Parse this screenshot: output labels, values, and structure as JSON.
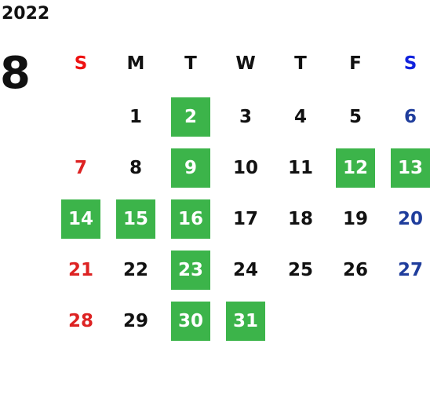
{
  "calendar": {
    "year": "2022",
    "month": "8",
    "weekdays": [
      "S",
      "M",
      "T",
      "W",
      "T",
      "F",
      "S"
    ],
    "weeks": [
      [
        null,
        "1",
        "2",
        "3",
        "4",
        "5",
        "6"
      ],
      [
        "7",
        "8",
        "9",
        "10",
        "11",
        "12",
        "13"
      ],
      [
        "14",
        "15",
        "16",
        "17",
        "18",
        "19",
        "20"
      ],
      [
        "21",
        "22",
        "23",
        "24",
        "25",
        "26",
        "27"
      ],
      [
        "28",
        "29",
        "30",
        "31",
        null,
        null,
        null
      ]
    ],
    "highlighted_days": [
      "2",
      "9",
      "12",
      "13",
      "14",
      "15",
      "16",
      "23",
      "30",
      "31"
    ]
  },
  "colors": {
    "highlight": "#3cb44a",
    "sunday": "#dd2222",
    "saturday": "#1f3d9c",
    "text": "#111111"
  }
}
